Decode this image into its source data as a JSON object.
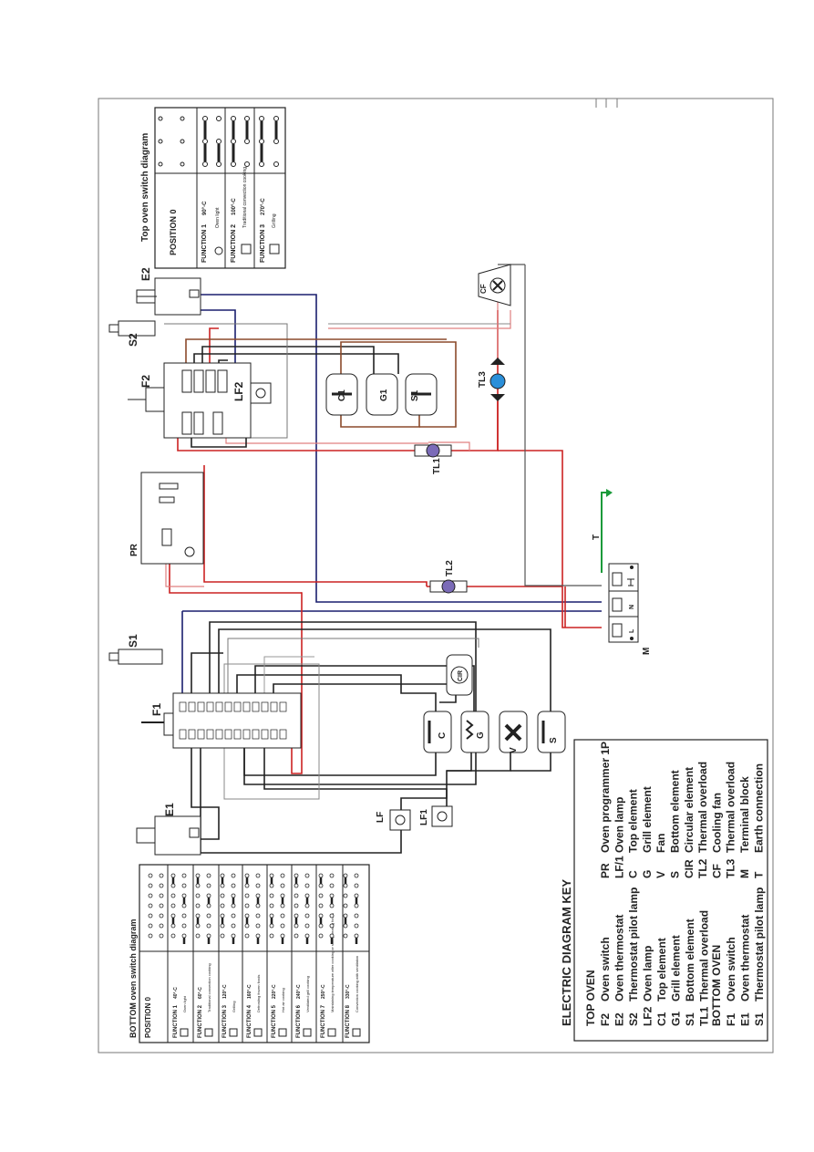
{
  "key": {
    "title": "ELECTRIC DIAGRAM KEY",
    "top_oven_heading": "TOP OVEN",
    "bottom_oven_heading": "BOTTOM OVEN",
    "top_items": [
      {
        "code": "F2",
        "desc": "Oven switch"
      },
      {
        "code": "E2",
        "desc": "Oven thermostat"
      },
      {
        "code": "S2",
        "desc": "Thermostat pilot lamp"
      },
      {
        "code": "LF2",
        "desc": "Oven lamp"
      },
      {
        "code": "C1",
        "desc": "Top element"
      },
      {
        "code": "G1",
        "desc": "Grill element"
      },
      {
        "code": "S1",
        "desc": "Bottom element"
      },
      {
        "code": "TL1",
        "desc": "Thermal overload"
      }
    ],
    "bottom_items": [
      {
        "code": "F1",
        "desc": "Oven switch"
      },
      {
        "code": "E1",
        "desc": "Oven thermostat"
      },
      {
        "code": "S1",
        "desc": "Thermostat pilot lamp"
      }
    ],
    "right_items": [
      {
        "code": "PR",
        "desc": "Oven programmer 1P"
      },
      {
        "code": "LF/1",
        "desc": "Oven lamp"
      },
      {
        "code": "C",
        "desc": "Top element"
      },
      {
        "code": "G",
        "desc": "Grill element"
      },
      {
        "code": "V",
        "desc": "Fan"
      },
      {
        "code": "S",
        "desc": "Bottom element"
      },
      {
        "code": "CIR",
        "desc": "Circular element"
      },
      {
        "code": "TL2",
        "desc": "Thermal overload"
      },
      {
        "code": "CF",
        "desc": "Cooling fan"
      },
      {
        "code": "TL3",
        "desc": "Thermal overload"
      },
      {
        "code": "M",
        "desc": "Terminal block"
      },
      {
        "code": "T",
        "desc": "Earth connection"
      }
    ]
  },
  "top_switch": {
    "title": "Top oven switch diagram",
    "position0": "POSITION 0",
    "functions": [
      {
        "name": "FUNCTION 1",
        "temp": "90°-C",
        "desc": "Oven light"
      },
      {
        "name": "FUNCTION 2",
        "temp": "100°-C",
        "desc": "Traditional convection cooking"
      },
      {
        "name": "FUNCTION 3",
        "temp": "270°-C",
        "desc": "Grilling"
      }
    ]
  },
  "bottom_switch": {
    "title": "BOTTOM oven switch diagram",
    "position0": "POSITION 0",
    "functions": [
      {
        "name": "FUNCTION 1",
        "temp": "40°-C",
        "desc": "Oven light"
      },
      {
        "name": "FUNCTION 2",
        "temp": "60°-C",
        "desc": "Traditional convection cooking"
      },
      {
        "name": "FUNCTION 3",
        "temp": "120°-C",
        "desc": "Grilling"
      },
      {
        "name": "FUNCTION 4",
        "temp": "160°-C",
        "desc": "Defrosting frozen foods"
      },
      {
        "name": "FUNCTION 5",
        "temp": "220°-C",
        "desc": "Hot air cooking"
      },
      {
        "name": "FUNCTION 6",
        "temp": "240°-C",
        "desc": "Ventilated grill cooking"
      },
      {
        "name": "FUNCTION 7",
        "temp": "250°-C",
        "desc": "Maintaining temperature after cooking or slowly heating foods"
      },
      {
        "name": "FUNCTION 8",
        "temp": "330°-C",
        "desc": "Convection cooking with ventilation"
      }
    ]
  },
  "labels": {
    "E2": "E2",
    "S2": "S2",
    "F2": "F2",
    "LF2": "LF2",
    "PR": "PR",
    "TL1": "TL1",
    "TL2": "TL2",
    "TL3": "TL3",
    "CF": "CF",
    "S1": "S1",
    "F1": "F1",
    "E1": "E1",
    "LF": "LF",
    "LF1": "LF1",
    "T": "T",
    "M": "M",
    "C1": "C1",
    "G1": "G1",
    "S1el": "S1",
    "C": "C",
    "G": "G",
    "V": "V",
    "S": "S",
    "CIR": "CIR",
    "L": "L",
    "N": "N"
  },
  "colors": {
    "live": "#cc2222",
    "neutral": "#1a1f6e",
    "wire": "#222222",
    "brown": "#8b4a2b",
    "pink": "#e08080",
    "earth": "#1a9a3a",
    "overload": "#7b6bb8",
    "fan_overload": "#2b8fd9"
  }
}
